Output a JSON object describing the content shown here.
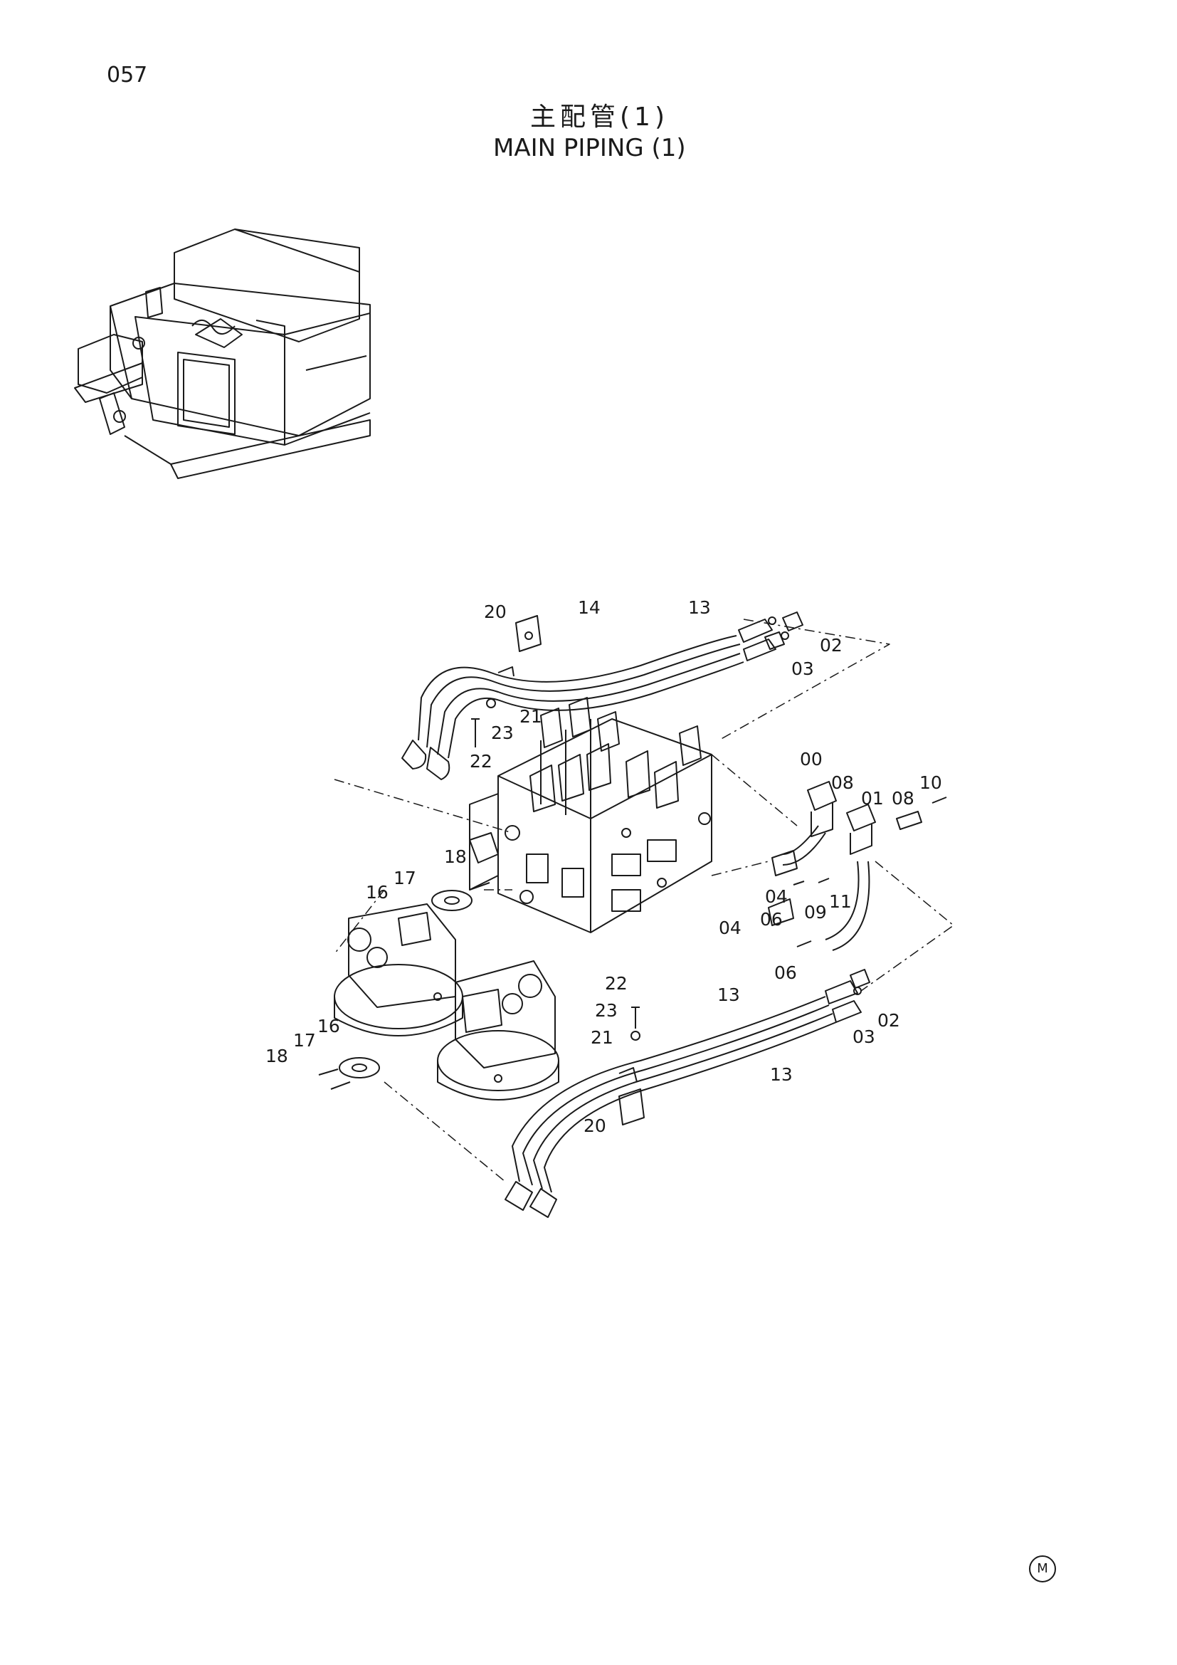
{
  "page_number": "057",
  "title_jp": "主配管(1)",
  "title_en": "MAIN PIPING (1)",
  "corner_mark": "M",
  "callouts": [
    "20",
    "14",
    "13",
    "02",
    "03",
    "21",
    "23",
    "22",
    "00",
    "08",
    "01",
    "08",
    "10",
    "18",
    "17",
    "16",
    "04",
    "06",
    "09",
    "11",
    "04",
    "06",
    "22",
    "23",
    "13",
    "21",
    "13",
    "02",
    "03",
    "20",
    "16",
    "17",
    "18"
  ]
}
